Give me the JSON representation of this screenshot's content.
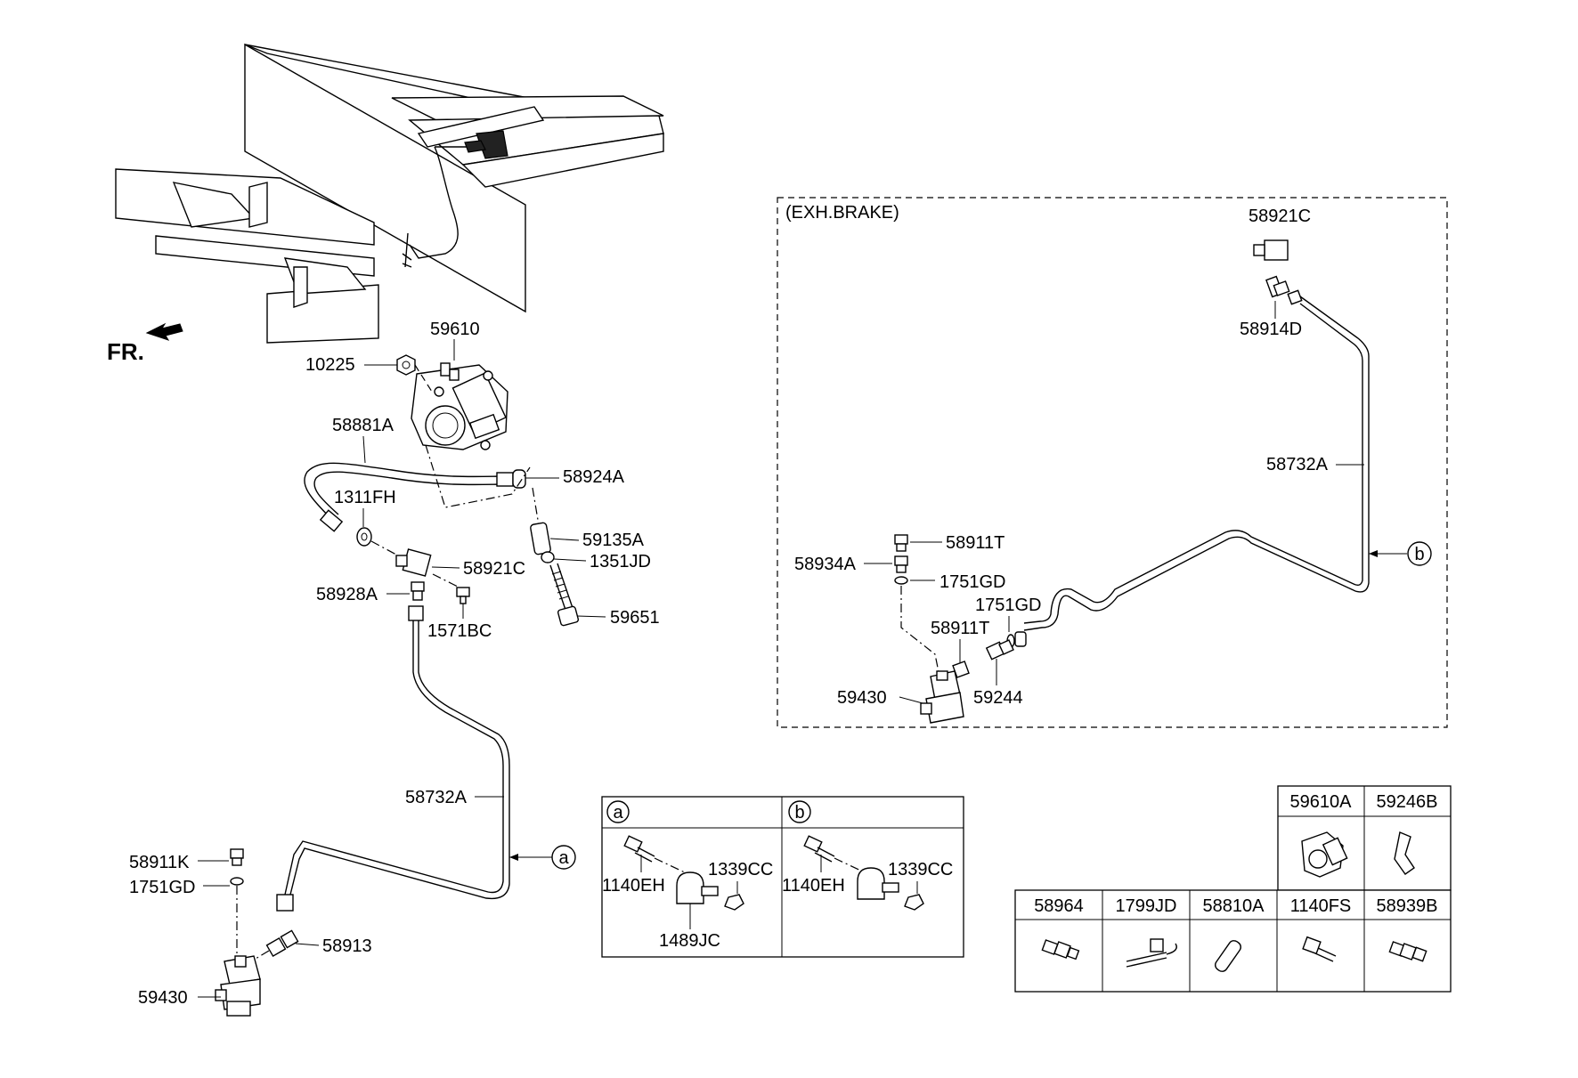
{
  "front_indicator": "FR.",
  "exh_brake_box": {
    "title": "(EXH.BRAKE)"
  },
  "labels": {
    "p59610": "59610",
    "p10225": "10225",
    "p58881A": "58881A",
    "p58924A": "58924A",
    "p1311FH": "1311FH",
    "p59135A": "59135A",
    "p1351JD": "1351JD",
    "p58921C": "58921C",
    "p58928A": "58928A",
    "p1571BC": "1571BC",
    "p59651": "59651",
    "p58732A": "58732A",
    "p58911K": "58911K",
    "p1751GD": "1751GD",
    "p58913": "58913",
    "p59430": "59430",
    "exh_58921C": "58921C",
    "exh_58914D": "58914D",
    "exh_58732A": "58732A",
    "exh_58911T_top": "58911T",
    "exh_58934A": "58934A",
    "exh_1751GD_left": "1751GD",
    "exh_1751GD_right": "1751GD",
    "exh_58911T_mid": "58911T",
    "exh_59430": "59430",
    "exh_59244": "59244"
  },
  "callouts": {
    "a": "a",
    "b": "b"
  },
  "detail_box": {
    "a": {
      "letter": "a",
      "bolt": "1140EH",
      "nut": "1339CC",
      "clamp": "1489JC"
    },
    "b": {
      "letter": "b",
      "bolt": "1140EH",
      "nut": "1339CC"
    }
  },
  "parts_table": {
    "top_row": [
      "59610A",
      "59246B"
    ],
    "bottom_row": [
      "58964",
      "1799JD",
      "58810A",
      "1140FS",
      "58939B"
    ]
  }
}
